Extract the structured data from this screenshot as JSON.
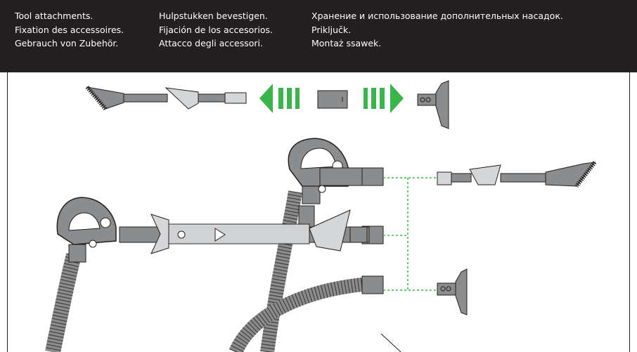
{
  "header": {
    "columns": [
      [
        "Tool attachments.",
        "Fixation des accessoires.",
        "Gebrauch von Zubehör."
      ],
      [
        "Hulpstukken bevestigen.",
        "Fijación de los accesorios.",
        "Attacco degli accessori."
      ],
      [
        "Хранение и использование дополнительных насадок.",
        "Priključk.",
        "Montaż ssawek."
      ]
    ]
  },
  "colors": {
    "header_bg": "#231f20",
    "arrow_green": "#3ab549",
    "line_green": "#3ab549",
    "part_grey": "#8a8c8e",
    "part_light": "#d4d6d8"
  },
  "icons": [
    "combination-tool-icon",
    "stair-tool-icon",
    "tool-adapter-icon",
    "green-arrow-left-icon",
    "green-arrow-right-icon",
    "handle-icon",
    "extension-wand-icon",
    "hose-icon"
  ]
}
